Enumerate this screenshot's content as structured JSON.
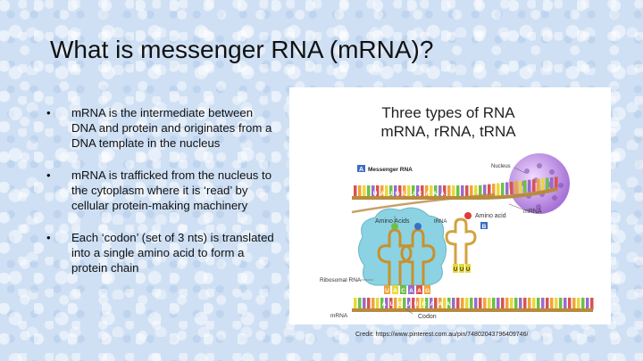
{
  "slide": {
    "title": "What is messenger RNA (mRNA)?",
    "bullet_glyph": "•",
    "bullets": [
      "mRNA is the intermediate between DNA and protein and originates from a DNA template in the nucleus",
      "mRNA is trafficked from the nucleus to the cytoplasm where it is ‘read’ by cellular protein-making machinery",
      "Each ‘codon’ (set of 3 nts) is translated into a single amino acid to form a protein chain"
    ],
    "credit": "Credit: https://www.pinterest.com.au/pin/74802043796409746/"
  },
  "figure": {
    "title_line1": "Three types of RNA",
    "title_line2": "mRNA, rRNA, tRNA",
    "panel_a_letter": "A",
    "panel_a_label": "Messenger RNA",
    "panel_b_letter": "B",
    "nucleus_label": "Nucleus",
    "mrna_label_top": "mRNA",
    "amino_acids_label": "Amino Acids",
    "trna_label": "tRNA",
    "amino_acid_label": "Amino acid",
    "ribosomal_rna_label": "Ribosomal RNA",
    "mrna_label_bottom": "mRNA",
    "codon_label": "Codon",
    "top_strand_letters": [
      "U",
      "A",
      "U",
      "G",
      "U",
      "U",
      "C",
      "A",
      "A",
      "A"
    ],
    "trna_anticodon": [
      "U",
      "U",
      "U"
    ],
    "site_codons": [
      "U",
      "A",
      "C",
      "A",
      "A",
      "G"
    ],
    "bottom_strand_letters": [
      "A",
      "U",
      "G",
      "U",
      "U",
      "C",
      "A",
      "A",
      "A"
    ],
    "colors": {
      "purine_red": "#d9534f",
      "orange": "#f0a33c",
      "yellow": "#e8d93a",
      "green": "#6cbf4a",
      "purple": "#9b6bc8",
      "backbone": "#b98a3e",
      "ribosome": "#7fcfe0",
      "trna": "#d3a23c",
      "nucleus": "#c9a0e6",
      "panel_label_bg": "#3a6fc4"
    }
  }
}
